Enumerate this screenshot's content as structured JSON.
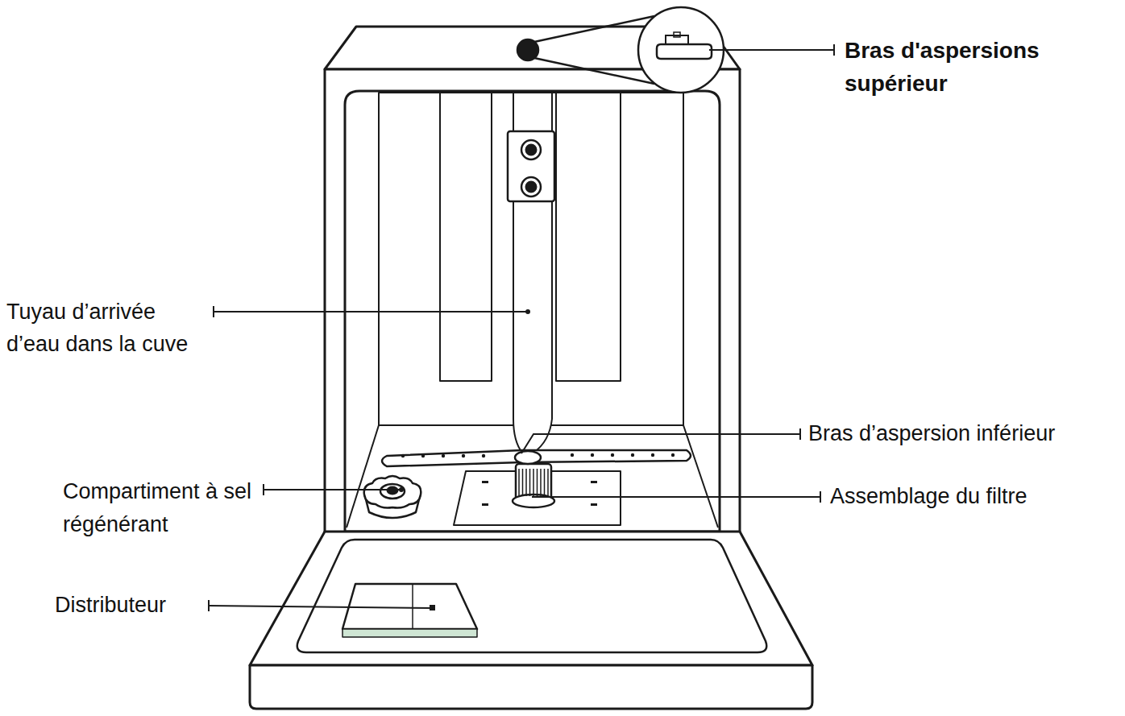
{
  "diagram": {
    "labels": [
      "Bras d'aspersions supérieur",
      "Tuyau d’arrivée d’eau dans la cuve",
      "Bras d’aspersion inférieur",
      "Compartiment à sel régénérant",
      "Assemblage du filtre",
      "Distributeur"
    ]
  }
}
